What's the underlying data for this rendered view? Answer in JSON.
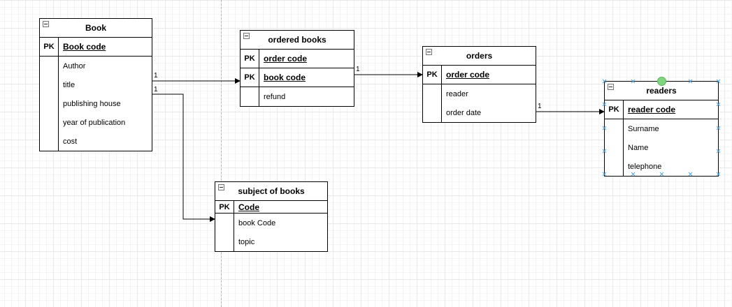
{
  "tables": {
    "book": {
      "title": "Book",
      "pk_rows": [
        {
          "key": "PK",
          "name": "Book code"
        }
      ],
      "attributes": [
        "Author",
        "title",
        "publishing house",
        "year of publication",
        "cost"
      ]
    },
    "ordered_books": {
      "title": "ordered books",
      "pk_rows": [
        {
          "key": "PK",
          "name": "order code"
        },
        {
          "key": "PK",
          "name": "book code"
        }
      ],
      "attributes": [
        "refund"
      ]
    },
    "orders": {
      "title": "orders",
      "pk_rows": [
        {
          "key": "PK",
          "name": "order code"
        }
      ],
      "attributes": [
        "reader",
        "order date"
      ]
    },
    "readers": {
      "title": "readers",
      "pk_rows": [
        {
          "key": "PK",
          "name": "reader code"
        }
      ],
      "attributes": [
        "Surname",
        "Name",
        "telephone"
      ]
    },
    "subject_of_books": {
      "title": "subject of books",
      "pk_rows": [
        {
          "key": "PK",
          "name": "Code"
        }
      ],
      "attributes": [
        "book Code",
        "topic"
      ]
    }
  },
  "edge_labels": {
    "book_to_ordered": "1",
    "book_to_subject": "1",
    "ordered_to_orders": "1",
    "orders_to_readers": "1"
  },
  "colors": {
    "line": "#000000",
    "selection": "#4fa6df",
    "rotate_handle": "#7ed67e",
    "grid": "#e8e8e8"
  }
}
